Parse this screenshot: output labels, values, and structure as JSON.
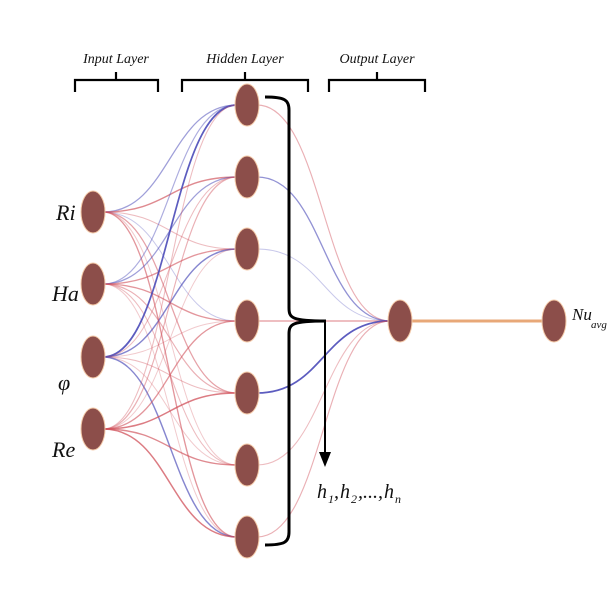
{
  "diagram": {
    "type": "neural-network",
    "layers": [
      {
        "title": "Input Layer",
        "nodes": [
          "Ri",
          "Ha",
          "φ",
          "Re"
        ]
      },
      {
        "title": "Hidden Layer",
        "node_count": 7
      },
      {
        "title": "Output Layer",
        "node_count": 1
      }
    ],
    "output_label": {
      "main": "Nu",
      "sub": "avg"
    },
    "hidden_annotation": {
      "h": "h",
      "s1": "1",
      "s2": "2",
      "sn": "n",
      "sep": ",",
      "ellipsis": ",...,"
    },
    "colors": {
      "node": "#8c4e4a",
      "node_outline": "#f3c9a8",
      "positive_weight": "#d0505a",
      "negative_weight": "#4a4ab8",
      "output_link": "#e8a878"
    },
    "input_hidden_weights": [
      [
        -0.5,
        0.7,
        0.3,
        -0.2,
        0.5,
        0.2,
        0.6
      ],
      [
        -0.4,
        -0.5,
        0.6,
        0.6,
        0.4,
        0.3,
        0.2
      ],
      [
        -1.0,
        0.3,
        -0.7,
        0.2,
        0.3,
        0.2,
        -0.7
      ],
      [
        0.3,
        0.4,
        0.2,
        0.6,
        0.8,
        0.7,
        0.8
      ]
    ],
    "hidden_output_weights": [
      0.4,
      -0.6,
      -0.2,
      0.6,
      -1.0,
      0.3,
      0.4
    ]
  }
}
